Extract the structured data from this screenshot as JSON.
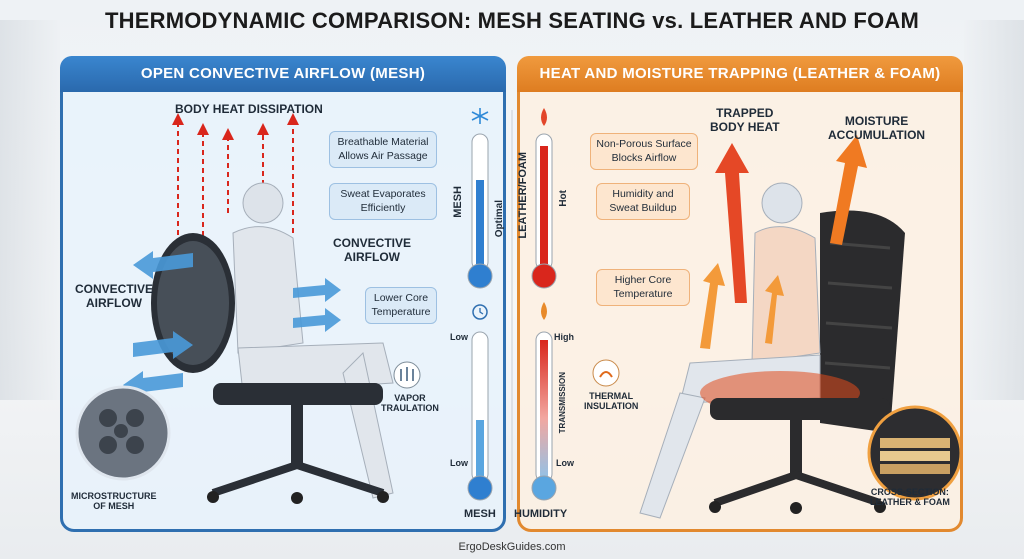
{
  "title": "THERMODYNAMIC COMPARISON: MESH SEATING vs. LEATHER AND FOAM",
  "left_panel": {
    "header": "OPEN CONVECTIVE AIRFLOW (MESH)",
    "body_heat": "BODY HEAT DISSIPATION",
    "convective_right": "CONVECTIVE\nAIRFLOW",
    "convective_left": "CONVECTIVE\nAIRFLOW",
    "callouts": [
      "Breathable Material\nAllows Air Passage",
      "Sweat Evaporates\nEfficiently",
      "Lower Core\nTemperature"
    ],
    "vapor": "VAPOR\nTRAULATION",
    "microstructure": "MICROSTRUCTURE\nOF MESH"
  },
  "right_panel": {
    "header": "HEAT AND MOISTURE TRAPPING (LEATHER & FOAM)",
    "trapped": "TRAPPED\nBODY HEAT",
    "moisture": "MOISTURE\nACCUMULATION",
    "callouts": [
      "Non-Porous Surface\nBlocks Airflow",
      "Humidity and\nSweat Buildup",
      "Higher Core\nTemperature"
    ],
    "thermal": "THERMAL\nINSULATION",
    "cross_section": "CROSS-SECTION:\nLEATHER & FOAM"
  },
  "gauges": {
    "mesh_temp": {
      "label": "MESH",
      "value_label": "Optimal"
    },
    "leather_temp": {
      "label": "LEATHER/FOAM",
      "value_label": "Hot"
    },
    "humidity": {
      "left_high": "Low",
      "left_low": "Low",
      "right_high": "High",
      "right_low": "Low",
      "right_side": "TRANSMISSION",
      "bottom_left": "MESH",
      "bottom_right": "HUMIDITY"
    }
  },
  "footer": "ErgoDeskGuides.com",
  "colors": {
    "blue": "#2f6fb0",
    "orange": "#e2892f",
    "red": "#d9261c"
  }
}
